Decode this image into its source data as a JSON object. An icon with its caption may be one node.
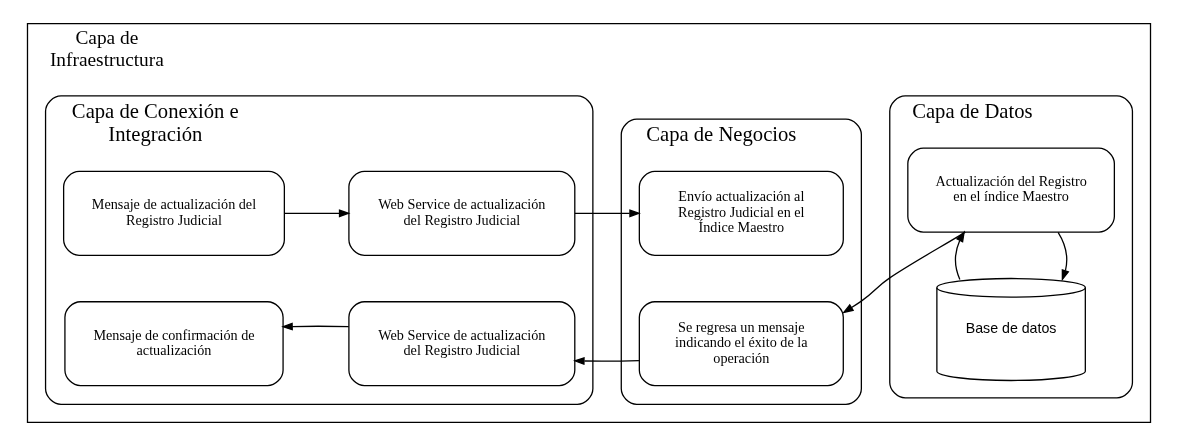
{
  "diagram": {
    "nodes": [
      {
        "text": [
          "Capa de Infraestructura"
        ]
      },
      {
        "text": [
          "Capa de Conexión e Integración"
        ],
        "in": 0
      },
      {
        "text": [
          "Mensaje de actualización del Registro Judicial"
        ],
        "in": 1
      },
      {
        "text": [
          "Web Service de actualización del Registro Judicial"
        ],
        "in": 1
      },
      {
        "text": [
          "Mensaje de confirmación de actualización"
        ],
        "in": 1
      },
      {
        "text": [
          "Web Service de actualización del Registro Judicial"
        ],
        "in": 1
      },
      {
        "text": [
          "Capa de Negocios"
        ],
        "in": 0
      },
      {
        "text": [
          "Envío actualización al Registro Judicial en el Índice Maestro"
        ],
        "in": 6
      },
      {
        "text": [
          "Se regresa un mensaje indicando el éxito de la operación"
        ],
        "in": 6
      },
      {
        "text": [
          "Capa de Datos"
        ],
        "in": 0
      },
      {
        "text": [
          "Base de datos"
        ],
        "in": 9
      },
      {
        "text": [
          "Actualización del Registro en el índice Maestro"
        ],
        "in": 9
      }
    ],
    "edges": [
      {
        "from": 2,
        "to": 3,
        "arrow": "to"
      },
      {
        "from": 3,
        "to": 7,
        "arrow": "to"
      },
      {
        "from": 11,
        "to": 10,
        "arrow": "to"
      },
      {
        "from": 10,
        "to": 11,
        "arrow": "to"
      },
      {
        "from": 11,
        "to": 8,
        "arrow": "to"
      },
      {
        "from": 8,
        "to": 5,
        "arrow": "to"
      },
      {
        "from": 5,
        "to": 4,
        "arrow": "to"
      }
    ]
  }
}
